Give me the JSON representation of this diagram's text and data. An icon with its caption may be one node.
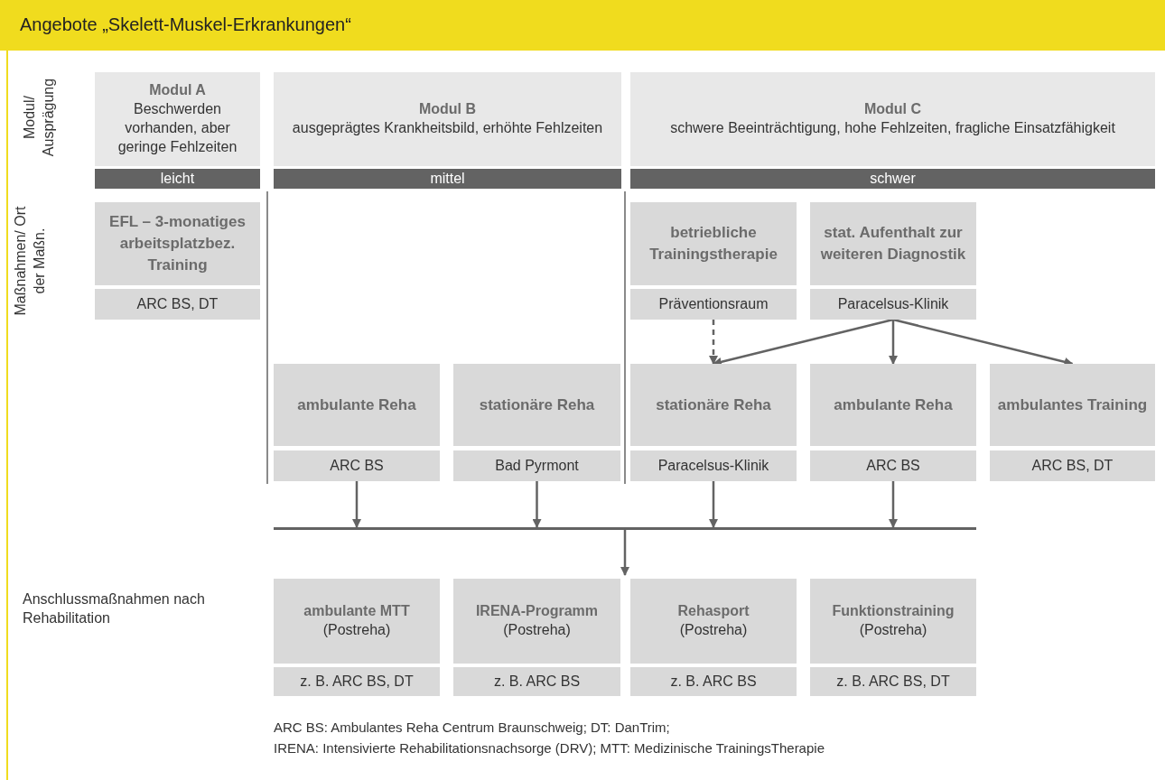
{
  "diagram": {
    "title": "Angebote „Skelett-Muskel-Erkrankungen“",
    "nodes": [
      {
        "text": [
          "Modul A",
          "Beschwerden vorhanden, aber geringe Fehlzeiten"
        ]
      },
      {
        "text": [
          "leicht"
        ]
      },
      {
        "text": [
          "Modul B",
          "ausgeprägtes Krankheitsbild, erhöhte Fehlzeiten"
        ]
      },
      {
        "text": [
          "mittel"
        ]
      },
      {
        "text": [
          "Modul C",
          "schwere Beeinträchtigung, hohe Fehlzeiten, fragliche Einsatzfähigkeit"
        ]
      },
      {
        "text": [
          "schwer"
        ]
      },
      {
        "text": [
          "EFL – 3-monatiges arbeitsplatzbez. Training"
        ]
      },
      {
        "text": [
          "ARC BS, DT"
        ]
      },
      {
        "text": [
          "betriebliche Trainingstherapie"
        ]
      },
      {
        "text": [
          "Präventionsraum"
        ]
      },
      {
        "text": [
          "stat. Aufenthalt zur weiteren Diagnostik"
        ]
      },
      {
        "text": [
          "Paracelsus-Klinik"
        ]
      },
      {
        "text": [
          "ambulante Reha"
        ]
      },
      {
        "text": [
          "ARC BS"
        ]
      },
      {
        "text": [
          "stationäre Reha"
        ]
      },
      {
        "text": [
          "Bad Pyrmont"
        ]
      },
      {
        "text": [
          "stationäre Reha"
        ]
      },
      {
        "text": [
          "Paracelsus-Klinik"
        ]
      },
      {
        "text": [
          "ambulante Reha"
        ]
      },
      {
        "text": [
          "ARC BS"
        ]
      },
      {
        "text": [
          "ambulantes Training"
        ]
      },
      {
        "text": [
          "ARC BS, DT"
        ]
      },
      {
        "text": [],
        "shape": "bar"
      },
      {
        "text": [
          "ambulante MTT",
          "(Postreha)"
        ]
      },
      {
        "text": [
          "z. B. ARC BS, DT"
        ]
      },
      {
        "text": [
          "IRENA-Programm",
          "(Postreha)"
        ]
      },
      {
        "text": [
          "z. B. ARC BS"
        ]
      },
      {
        "text": [
          "Rehasport",
          "(Postreha)"
        ]
      },
      {
        "text": [
          "z. B. ARC BS"
        ]
      },
      {
        "text": [
          "Funktionstraining",
          "(Postreha)"
        ]
      },
      {
        "text": [
          "z. B. ARC BS, DT"
        ]
      }
    ],
    "edges": [
      {
        "from": 9,
        "to": 16,
        "arrow": "to",
        "style": "dashed"
      },
      {
        "from": 11,
        "to": 16,
        "arrow": "to"
      },
      {
        "from": 11,
        "to": 18,
        "arrow": "to"
      },
      {
        "from": 11,
        "to": 20,
        "arrow": "to"
      },
      {
        "from": 13,
        "to": 22,
        "arrow": "to"
      },
      {
        "from": 15,
        "to": 22,
        "arrow": "to"
      },
      {
        "from": 17,
        "to": 22,
        "arrow": "to"
      },
      {
        "from": 19,
        "to": 22,
        "arrow": "to"
      },
      {
        "from": 22,
        "to": 27,
        "arrow": "to"
      }
    ],
    "labels": [
      "Modul/ Ausprägung",
      "Maßnahmen/ Ort der Maßn.",
      "Anschlussmaßnahmen nach Rehabilitation",
      "ARC BS: Ambulantes Reha Centrum Braunschweig; DT: DanTrim;",
      "IRENA: Intensivierte Rehabilitationsnachsorge (DRV); MTT: Medizinische TrainingsTherapie"
    ]
  }
}
